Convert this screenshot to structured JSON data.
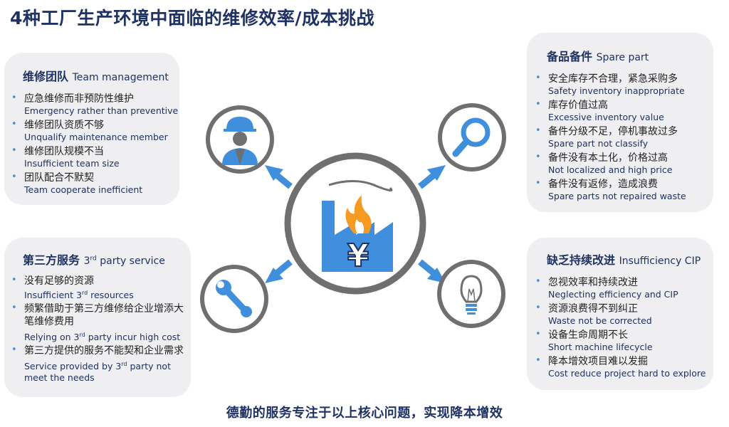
{
  "title": "4种工厂生产环境中面临的维修效率/成本挑战",
  "footer": "德勤的服务专注于以上核心问题，实现降本增效",
  "currency_symbol": "¥",
  "colors": {
    "accent_blue": "#3f8fdc",
    "dark_navy": "#1f3264",
    "flame_orange": "#f59a23",
    "ring_gray": "#6f6f6f",
    "panel_bg": "#efeff1"
  },
  "panels": {
    "team": {
      "title_cn": "维修团队",
      "title_en": "Team management",
      "items": [
        {
          "cn": "应急维修而非预防性维护",
          "en": "Emergency rather than preventive"
        },
        {
          "cn": "维修团队资质不够",
          "en": "Unqualify maintenance member"
        },
        {
          "cn": "维修团队规模不当",
          "en": "Insufficient team size"
        },
        {
          "cn": "团队配合不默契",
          "en": "Team cooperate inefficient"
        }
      ]
    },
    "spare": {
      "title_cn": "备品备件",
      "title_en": "Spare part",
      "items": [
        {
          "cn": "安全库存不合理，紧急采购多",
          "en": "Safety inventory inappropriate"
        },
        {
          "cn": "库存价值过高",
          "en": "Excessive inventory value"
        },
        {
          "cn": "备件分级不足，停机事故过多",
          "en": "Spare part not classify"
        },
        {
          "cn": "备件没有本土化，价格过高",
          "en": "Not localized and high price"
        },
        {
          "cn": "备件没有返修，造成浪费",
          "en": "Spare parts not repaired waste"
        }
      ]
    },
    "third": {
      "title_cn": "第三方服务",
      "title_en_num": "3",
      "title_en_sup": "rd",
      "title_en_rest": " party service",
      "items": [
        {
          "cn": "没有足够的资源",
          "en_pre": "Insufficient 3",
          "en_sup": "rd",
          "en_post": " resources"
        },
        {
          "cn": "频繁借助于第三方维修给企业增添大笔维修费用",
          "en_pre": "Relying on 3",
          "en_sup": "rd",
          "en_post": " party incur high cost"
        },
        {
          "cn": "第三方提供的服务不能契和企业需求",
          "en_pre": "Service provided by 3",
          "en_sup": "rd",
          "en_post": " party not meet the needs"
        }
      ]
    },
    "cip": {
      "title_cn": "缺乏持续改进",
      "title_en": "Insufficiency CIP",
      "items": [
        {
          "cn": "忽视效率和持续改进",
          "en": "Neglecting efficiency and CIP"
        },
        {
          "cn": "资源浪费得不到纠正",
          "en": "Waste not be corrected"
        },
        {
          "cn": "设备生命周期不长",
          "en": "Short machine lifecycle"
        },
        {
          "cn": "降本增效项目难以发掘",
          "en": "Cost reduce project hard to explore"
        }
      ]
    }
  }
}
